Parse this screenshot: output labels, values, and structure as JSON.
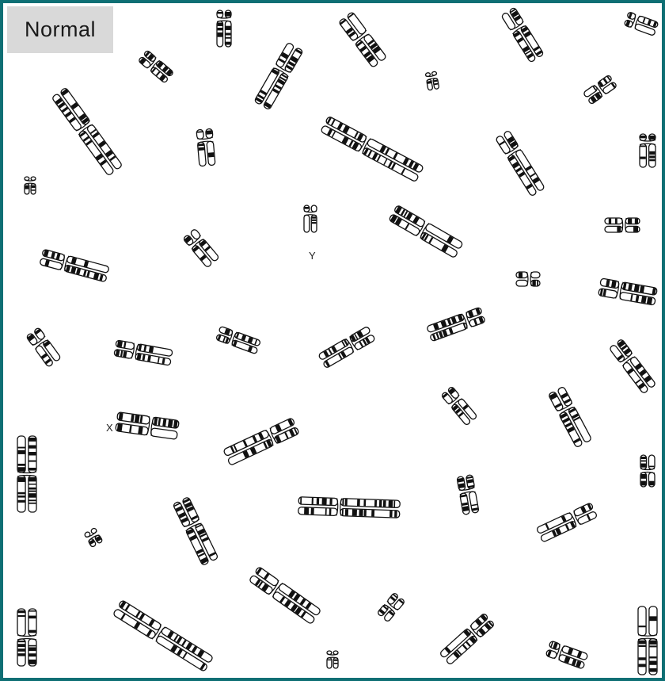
{
  "label": "Normal",
  "sex_labels": {
    "x": "X",
    "y": "Y"
  },
  "colors": {
    "frame": "#0e6f74",
    "background": "#ffffff",
    "label_box": "#d9d9d9",
    "band_dark": "#111111",
    "chromatid_fill": "#ffffff"
  }
}
